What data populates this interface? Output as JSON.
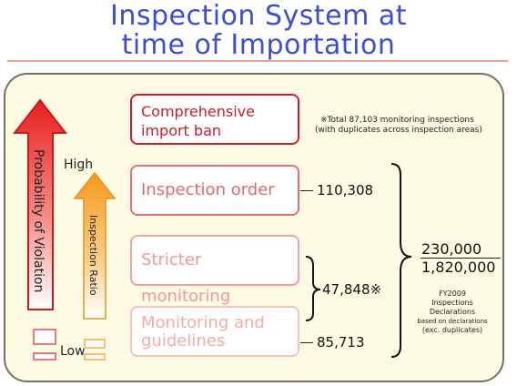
{
  "title": {
    "line1": "Inspection System at",
    "line2": "time of Importation"
  },
  "boxes": [
    {
      "line1": "Comprehensive",
      "line2": "import ban"
    },
    {
      "line1": "Inspection order",
      "line2": ""
    },
    {
      "line1": "Stricter monitoring",
      "line2": ""
    },
    {
      "line1": "Monitoring and",
      "line2": "guidelines"
    }
  ],
  "numbers": {
    "inspection_order": "110,308",
    "stricter_monitoring": "47,848※",
    "monitoring_guidelines": "85,713"
  },
  "note": {
    "line1": "※Total 87,103 monitoring inspections",
    "line2": "(with duplicates across inspection areas)"
  },
  "totals": {
    "top": "230,000",
    "bottom": "1,820,000"
  },
  "fy_note": {
    "line1": "FY2009",
    "line2": "Inspections Declarations",
    "line3": "based on declarations",
    "line4": "(exc. duplicates)"
  },
  "axis": {
    "probability_label": "Probability of Violation",
    "ratio_label": "Inspection Ratio",
    "high": "High",
    "low": "Low"
  },
  "colors": {
    "title": "#3b4fd0",
    "panel_bg": "#fdfbe4",
    "red_arrow_top": "#e8201e",
    "orange_arrow_top": "#f5a02a"
  }
}
